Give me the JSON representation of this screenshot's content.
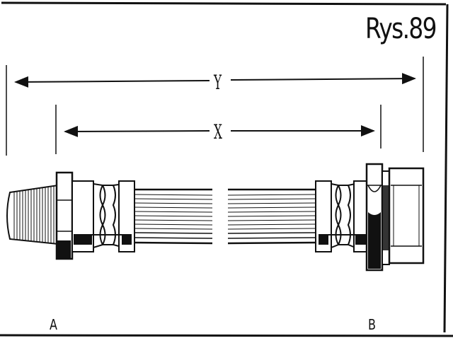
{
  "figure": {
    "title": "Rys.89",
    "dimension_overall": "Y",
    "dimension_hose": "X",
    "end_left": "A",
    "end_right": "B"
  },
  "colors": {
    "ink": "#111111",
    "paper": "#ffffff"
  }
}
